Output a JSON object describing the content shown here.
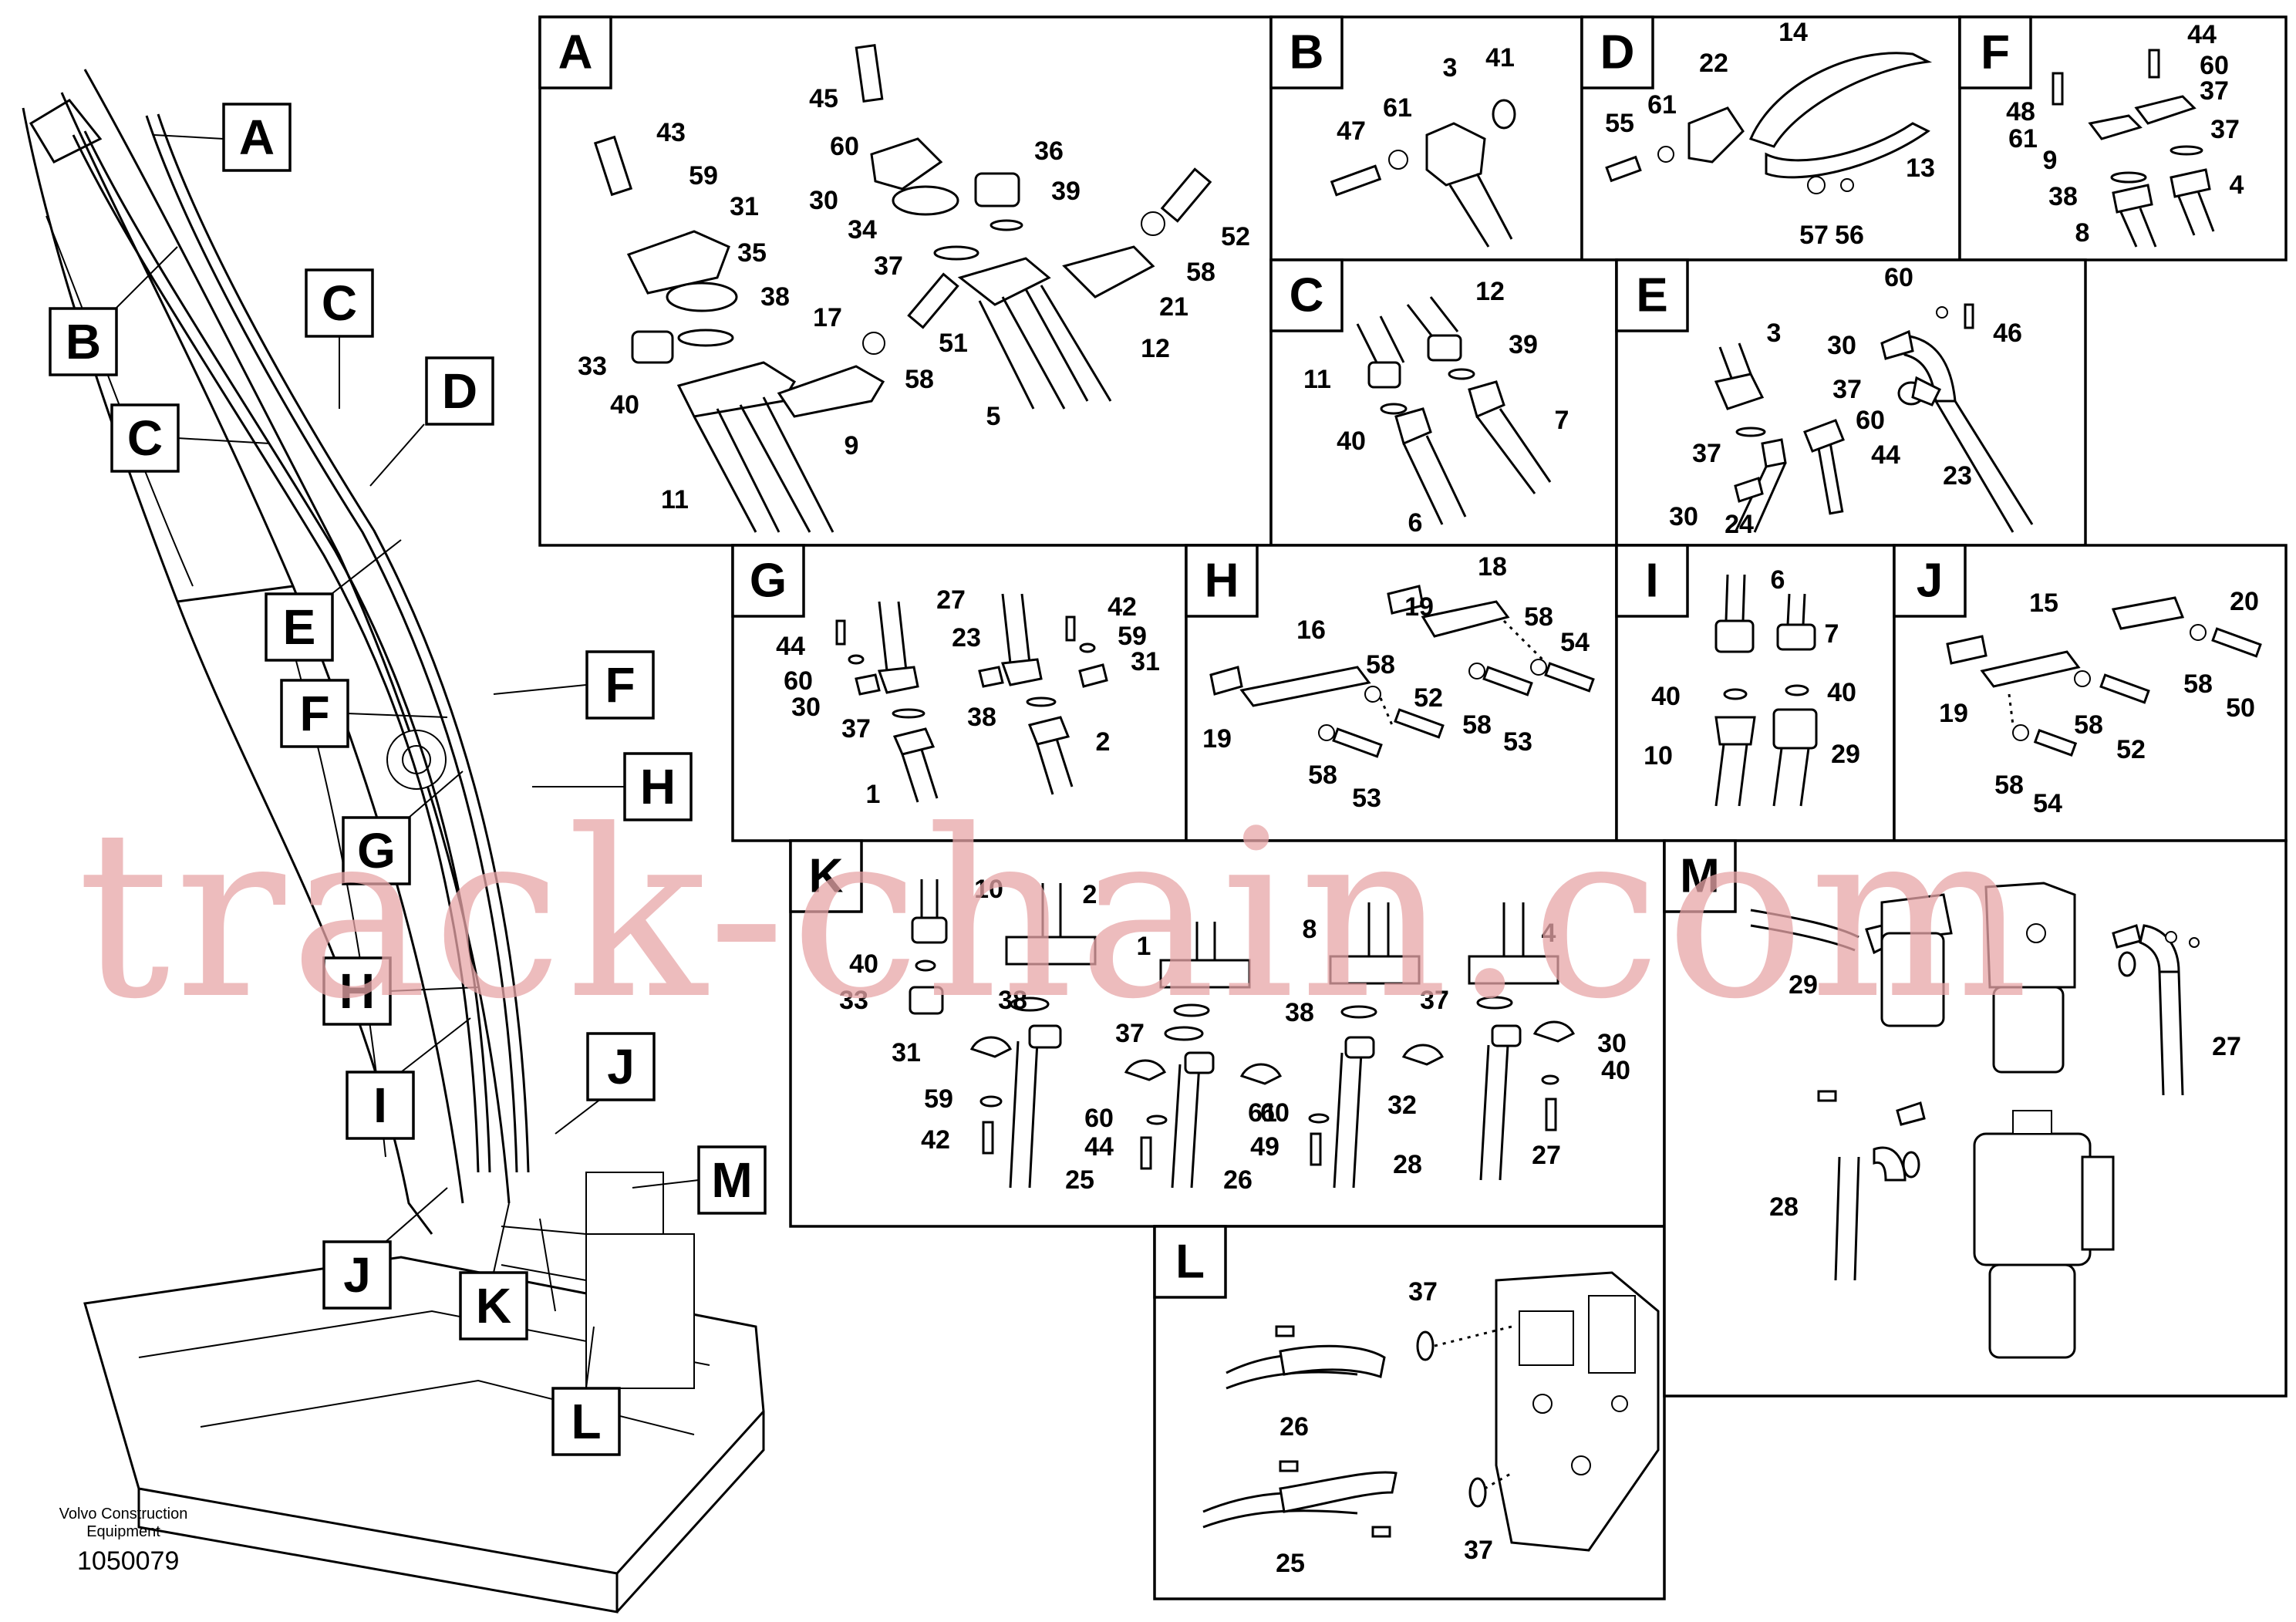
{
  "watermark": "track-chain.com",
  "footer": {
    "maker_line1": "Volvo Construction",
    "maker_line2": "Equipment",
    "drawing_no": "1050079"
  },
  "overview_callouts": [
    "A",
    "B",
    "C",
    "C",
    "D",
    "E",
    "F",
    "F",
    "G",
    "H",
    "H",
    "I",
    "J",
    "J",
    "K",
    "L",
    "M"
  ],
  "panels": {
    "A": {
      "title": "A",
      "parts": [
        "43",
        "59",
        "31",
        "35",
        "38",
        "33",
        "40",
        "11",
        "45",
        "60",
        "30",
        "34",
        "36",
        "39",
        "37",
        "17",
        "58",
        "9",
        "51",
        "5",
        "52",
        "58",
        "21",
        "12"
      ]
    },
    "B": {
      "title": "B",
      "parts": [
        "47",
        "61",
        "3",
        "41"
      ]
    },
    "C": {
      "title": "C",
      "parts": [
        "12",
        "39",
        "11",
        "40",
        "7",
        "6"
      ]
    },
    "D": {
      "title": "D",
      "parts": [
        "22",
        "14",
        "55",
        "61",
        "13",
        "57",
        "56"
      ]
    },
    "E": {
      "title": "E",
      "parts": [
        "60",
        "46",
        "3",
        "30",
        "37",
        "60",
        "44",
        "37",
        "30",
        "24",
        "23"
      ]
    },
    "F": {
      "title": "F",
      "parts": [
        "44",
        "60",
        "48",
        "37",
        "61",
        "37",
        "9",
        "38",
        "4",
        "8"
      ]
    },
    "G": {
      "title": "G",
      "parts": [
        "27",
        "42",
        "44",
        "23",
        "59",
        "60",
        "31",
        "30",
        "37",
        "38",
        "2",
        "1"
      ]
    },
    "H": {
      "title": "H",
      "parts": [
        "18",
        "16",
        "19",
        "58",
        "54",
        "58",
        "52",
        "19",
        "58",
        "53",
        "58",
        "53"
      ]
    },
    "I": {
      "title": "I",
      "parts": [
        "6",
        "7",
        "40",
        "40",
        "10",
        "29"
      ]
    },
    "J": {
      "title": "J",
      "parts": [
        "15",
        "20",
        "58",
        "50",
        "19",
        "58",
        "52",
        "58",
        "54"
      ]
    },
    "K": {
      "title": "K",
      "parts": [
        "10",
        "2",
        "1",
        "8",
        "4",
        "40",
        "33",
        "38",
        "38",
        "37",
        "37",
        "31",
        "30",
        "60",
        "59",
        "60",
        "61",
        "32",
        "42",
        "44",
        "49",
        "40",
        "25",
        "26",
        "28",
        "27"
      ]
    },
    "L": {
      "title": "L",
      "parts": [
        "37",
        "26",
        "37",
        "25"
      ]
    },
    "M": {
      "title": "M",
      "parts": [
        "29",
        "27",
        "28"
      ]
    }
  }
}
